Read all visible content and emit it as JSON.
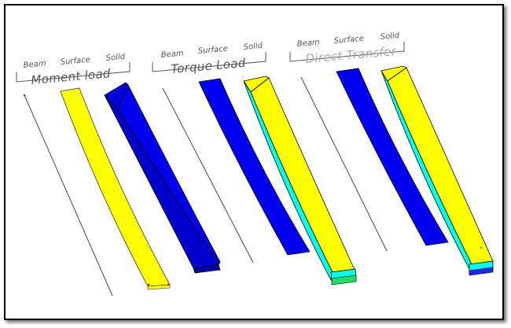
{
  "figure": {
    "groups": [
      {
        "title": "Moment load",
        "title_color": "#555555",
        "columns": [
          "Beam",
          "Surface",
          "Solid"
        ]
      },
      {
        "title": "Torque Load",
        "title_color": "#555555",
        "columns": [
          "Beam",
          "Surface",
          "Solid"
        ]
      },
      {
        "title": "Direct Transfer",
        "title_color": "#aaaaaa",
        "columns": [
          "Beam",
          "Surface",
          "Solid"
        ]
      }
    ],
    "colors": {
      "yellow": "#ffff00",
      "blue": "#0000ee",
      "cyan": "#00ffee",
      "beam_line": "#444444",
      "label": "#555555",
      "frame": "#000000"
    }
  }
}
